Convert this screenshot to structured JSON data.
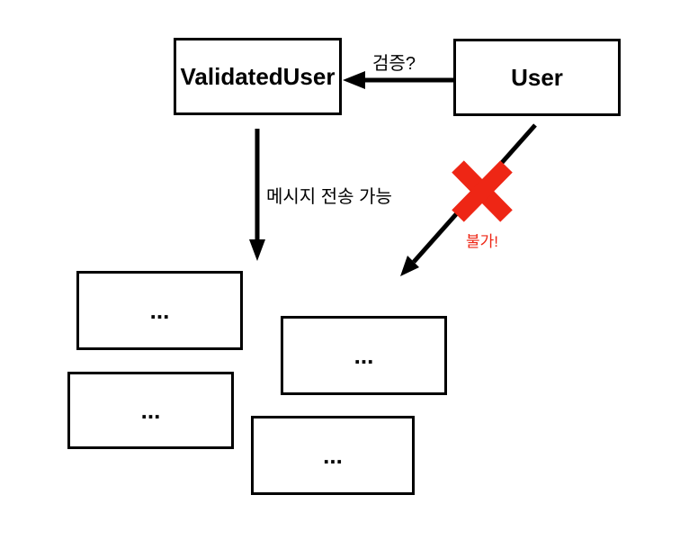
{
  "diagram": {
    "nodes": {
      "validated_user": {
        "label": "ValidatedUser"
      },
      "user": {
        "label": "User"
      },
      "message_boxes": [
        {
          "label": "..."
        },
        {
          "label": "..."
        },
        {
          "label": "..."
        },
        {
          "label": "..."
        }
      ]
    },
    "edges": {
      "validation": {
        "label": "검증?"
      },
      "send": {
        "label": "메시지 전송 가능"
      },
      "blocked": {
        "label": "불가!"
      }
    },
    "colors": {
      "line": "#000000",
      "error": "#ee2615",
      "box_border": "#000000",
      "background": "#ffffff"
    }
  }
}
